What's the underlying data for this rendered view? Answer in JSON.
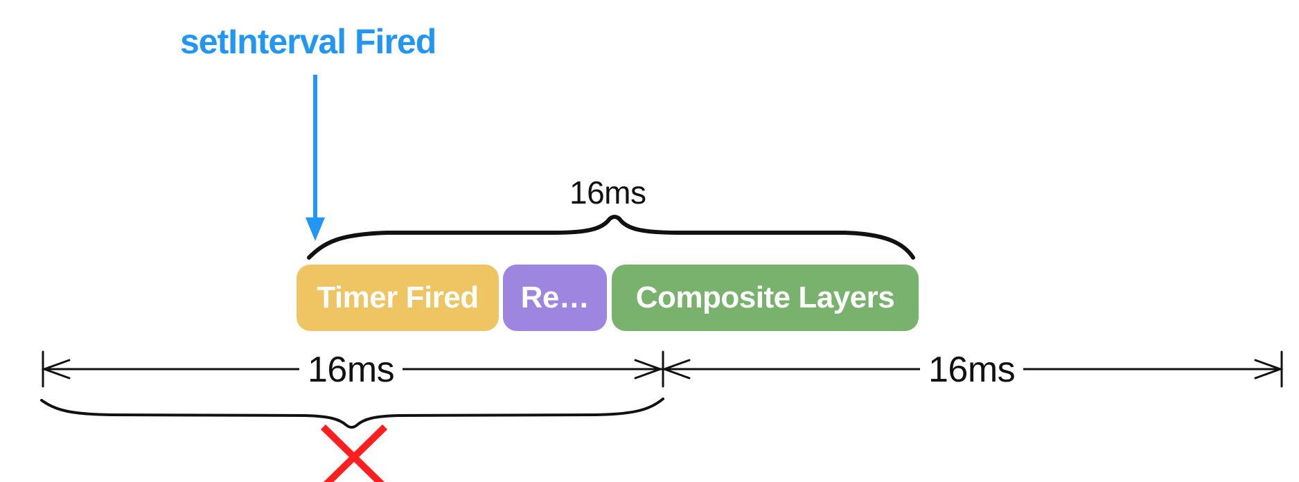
{
  "trigger": {
    "label": "setInterval Fired",
    "color": "#2196f3"
  },
  "frame": {
    "label": "16ms"
  },
  "tasks": [
    {
      "label": "Timer Fired",
      "color": "#efc462"
    },
    {
      "label": "Re…",
      "color": "#9d85e0"
    },
    {
      "label": "Composite Layers",
      "color": "#79b26c"
    }
  ],
  "intervals": [
    {
      "label": "16ms"
    },
    {
      "label": "16ms"
    }
  ],
  "cross_mark": {
    "color": "#ff1f1f"
  }
}
